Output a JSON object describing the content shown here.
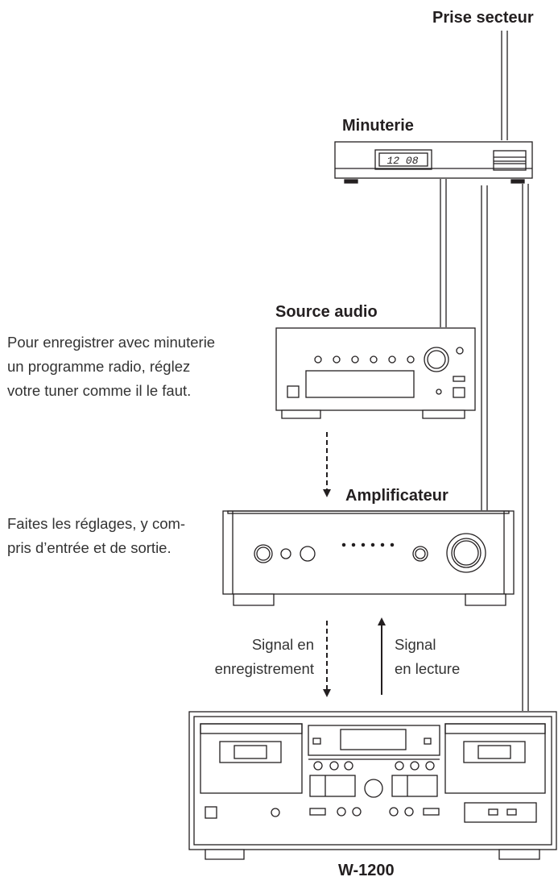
{
  "labels": {
    "prise_secteur": "Prise secteur",
    "minuterie": "Minuterie",
    "source_audio": "Source audio",
    "amplificateur": "Amplificateur",
    "w1200": "W-1200",
    "timer_display": "12 08"
  },
  "notes": {
    "tuner": [
      "Pour enregistrer avec minuterie",
      "un programme radio, réglez",
      "votre tuner comme il le faut."
    ],
    "amp": [
      "Faites les réglages, y com-",
      "pris d’entrée et de sortie."
    ]
  },
  "signals": {
    "record": [
      "Signal en",
      "enregistrement"
    ],
    "playback": [
      "Signal",
      "en lecture"
    ]
  }
}
